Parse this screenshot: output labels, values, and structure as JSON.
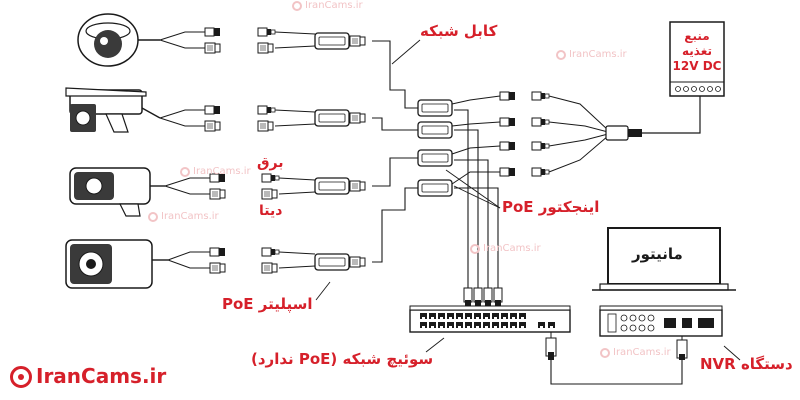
{
  "labels": {
    "network_cable": "کابل شبکه",
    "power_supply": [
      "منبع",
      "تغذیه",
      "12V DC"
    ],
    "power": "برق",
    "data": "دیتا",
    "poe_injector": "اینجکتور PoE",
    "monitor": "مانیتور",
    "poe_splitter": "اسپلیتر PoE",
    "network_switch": "سوئیچ شبکه (PoE ندارد)",
    "nvr": "دستگاه NVR"
  },
  "brand": "IranCams.ir",
  "watermark": "IranCams.ir",
  "colors": {
    "accent": "#d6202a",
    "line": "#1a1a1a",
    "watermark": "#f2c4c6"
  },
  "icons": [
    "dome-camera-icon",
    "bullet-camera-icon",
    "power-supply-icon",
    "poe-injector-icon",
    "poe-splitter-icon",
    "network-switch-icon",
    "nvr-icon",
    "monitor-icon",
    "irancams-logo-icon"
  ]
}
